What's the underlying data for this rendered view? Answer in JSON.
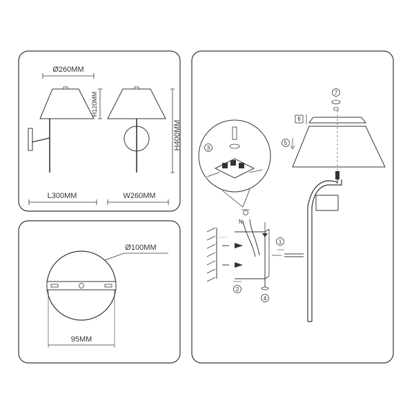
{
  "panels": {
    "dimensions": {
      "diameter_label": "Ø260MM",
      "height_shade_label": "H120MM",
      "height_total_label": "H400MM",
      "length_label": "L300MM",
      "width_label": "W260MM"
    },
    "mount": {
      "diameter_label": "Ø100MM",
      "width_label": "95MM"
    },
    "assembly": {
      "steps": [
        "1",
        "2",
        "3",
        "4",
        "5",
        "6",
        "7"
      ],
      "wire_label": "N"
    }
  }
}
